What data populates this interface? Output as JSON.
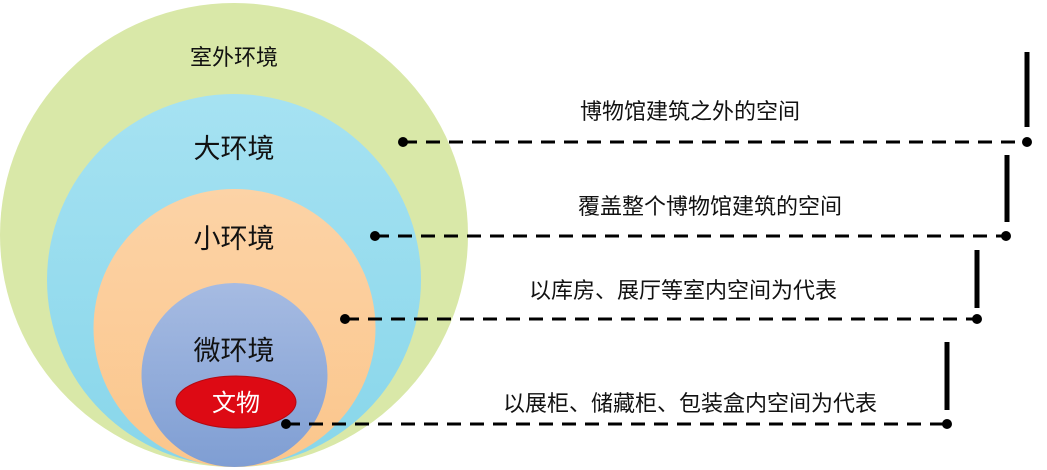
{
  "levels": {
    "outdoor": {
      "label": "室外环境",
      "color": "#d9e8a8"
    },
    "macro": {
      "label": "大环境",
      "description": "博物馆建筑之外的空间",
      "color": "#9ddcef"
    },
    "small": {
      "label": "小环境",
      "description": "覆盖整个博物馆建筑的空间",
      "color": "#fbcb98"
    },
    "micro": {
      "label": "微环境",
      "description": "以库房、展厅等室内空间为代表",
      "color": "#8fa7d6"
    },
    "artifact": {
      "label": "文物",
      "description": "以展柜、储藏柜、包装盒内空间为代表",
      "color": "#dd0a14"
    }
  }
}
